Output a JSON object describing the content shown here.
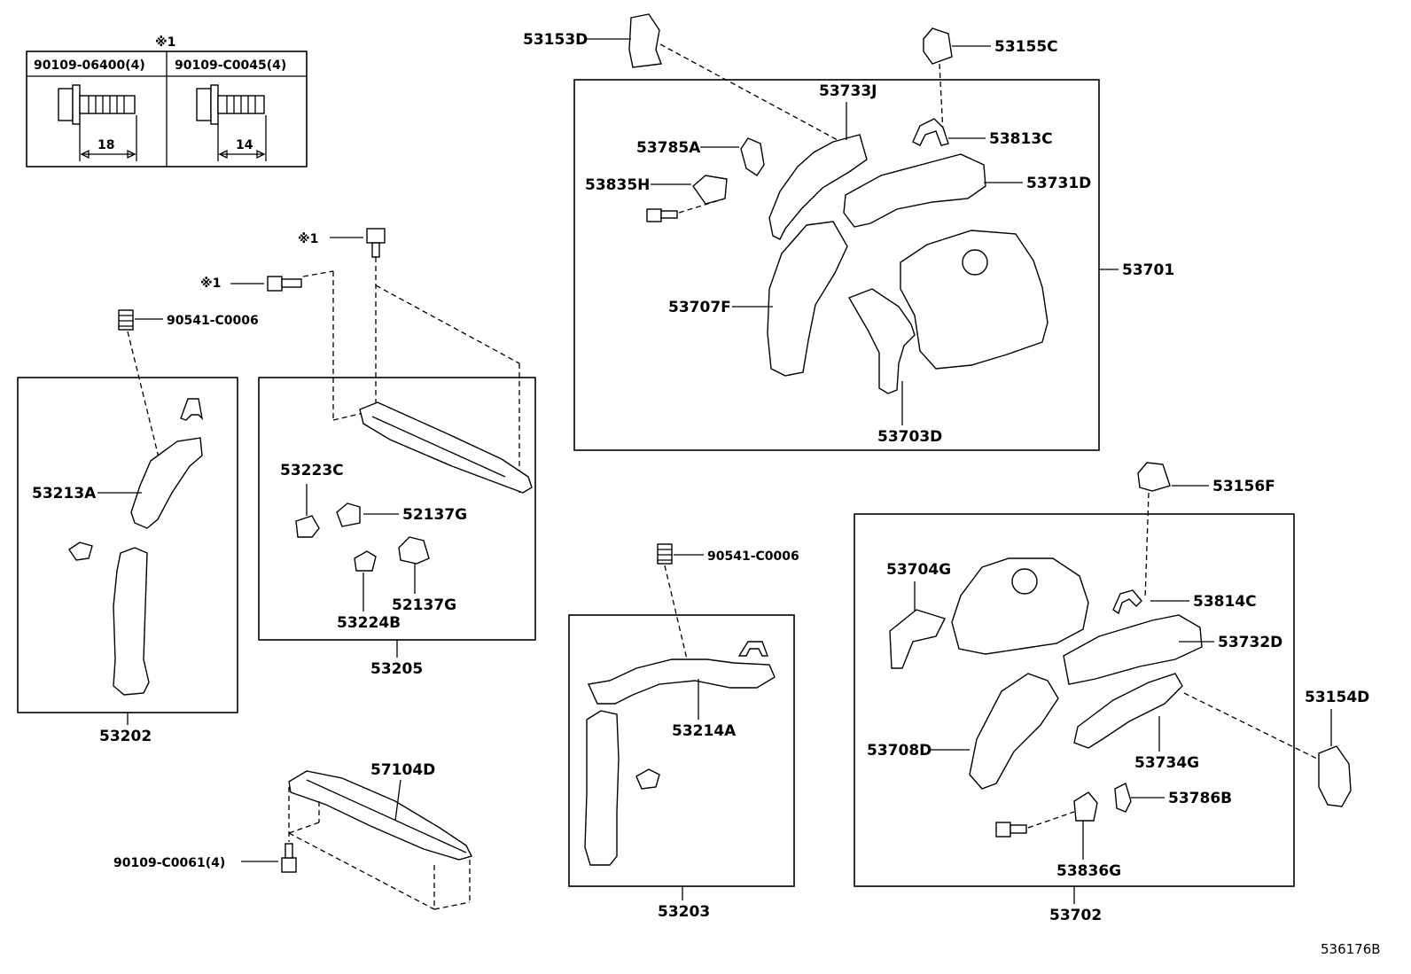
{
  "fastener_table": {
    "marker": "※1",
    "col1_label": "90109-06400(4)",
    "col2_label": "90109-C0045(4)",
    "col1_dim": "18",
    "col2_dim": "14"
  },
  "labels": {
    "p53153D": "53153D",
    "p53155C": "53155C",
    "p53733J": "53733J",
    "p53785A": "53785A",
    "p53813C": "53813C",
    "p53835H": "53835H",
    "p53731D": "53731D",
    "p53701": "53701",
    "p53707F": "53707F",
    "p53703D": "53703D",
    "marker_a": "※1",
    "marker_b": "※1",
    "p90541a": "90541-C0006",
    "p53213A": "53213A",
    "p53202": "53202",
    "p53223C": "53223C",
    "p52137G_a": "52137G",
    "p52137G_b": "52137G",
    "p53224B": "53224B",
    "p53205": "53205",
    "p57104D": "57104D",
    "p90109_C0061": "90109-C0061(4)",
    "p90541b": "90541-C0006",
    "p53214A": "53214A",
    "p53203": "53203",
    "p53156F": "53156F",
    "p53704G": "53704G",
    "p53814C": "53814C",
    "p53732D": "53732D",
    "p53154D": "53154D",
    "p53708D": "53708D",
    "p53734G": "53734G",
    "p53786B": "53786B",
    "p53836G": "53836G",
    "p53702": "53702",
    "figure_id": "536176B"
  }
}
